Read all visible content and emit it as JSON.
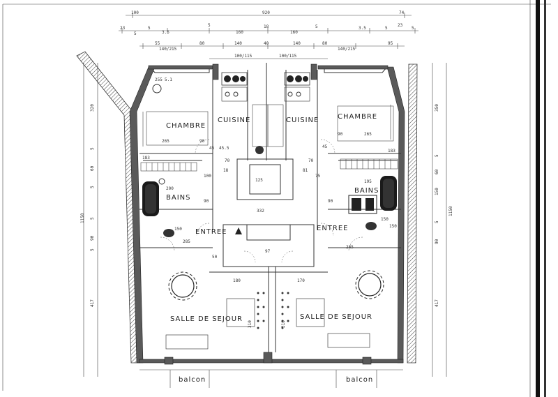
{
  "plan": {
    "rooms": {
      "chambre_left": "CHAMBRE",
      "chambre_right": "CHAMBRE",
      "cuisine_left": "CUISINE",
      "cuisine_right": "CUISINE",
      "bains_left": "BAINS",
      "bains_right": "BAINS",
      "entree_left": "ENTREE",
      "entree_right": "ENTREE",
      "sejour_left": "SALLE DE SEJOUR",
      "sejour_right": "SALLE DE SEJOUR",
      "balcon_left": "balcon",
      "balcon_right": "balcon"
    },
    "top_dims": {
      "row1": [
        "100",
        "920",
        "74"
      ],
      "row2": [
        "23",
        "5",
        "5",
        "3.5",
        "5",
        "160",
        "18",
        "160",
        "5",
        "3.5",
        "5",
        "23",
        "5"
      ],
      "row3": [
        "55",
        "140/215",
        "80",
        "140",
        "40",
        "140",
        "80",
        "140/215",
        "95"
      ],
      "row4": [
        "100/115",
        "100/115"
      ]
    },
    "left_dims": [
      "320",
      "5",
      "60",
      "5",
      "1150",
      "5",
      "90",
      "5",
      "417"
    ],
    "right_dims": [
      "350",
      "5",
      "60",
      "150",
      "1150",
      "5",
      "90",
      "417"
    ],
    "interior_dims": {
      "chambre_l": [
        "265",
        "255",
        "5.1",
        "90",
        "45",
        "45.5",
        "183"
      ],
      "chambre_r": [
        "265",
        "90",
        "45",
        "183"
      ],
      "center": [
        "70",
        "100",
        "18",
        "70",
        "332",
        "125",
        "81",
        "75",
        "50"
      ],
      "bains_l": [
        "200",
        "90",
        "150"
      ],
      "bains_r": [
        "195",
        "90",
        "150"
      ],
      "entree": [
        "285",
        "170",
        "180",
        "97",
        "285",
        "150"
      ],
      "sejour": [
        "310",
        "310"
      ]
    }
  }
}
